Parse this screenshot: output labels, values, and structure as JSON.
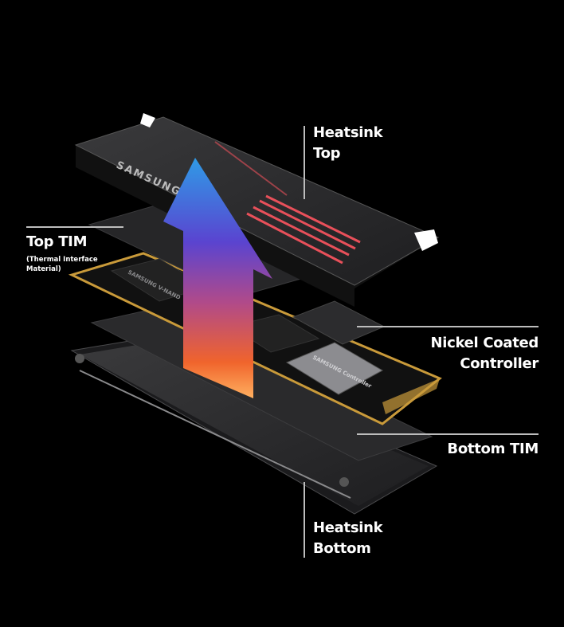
{
  "brand": "SAMSUNG",
  "chip_labels": {
    "controller": "SAMSUNG Controller",
    "nand": "SAMSUNG V-NAND"
  },
  "labels": {
    "heatsink_top": [
      "Heatsink",
      "Top"
    ],
    "top_tim": "Top TIM",
    "top_tim_note": [
      "(Thermal Interface",
      "Material)"
    ],
    "nickel_controller": [
      "Nickel Coated",
      "Controller"
    ],
    "bottom_tim": "Bottom TIM",
    "heatsink_bottom": [
      "Heatsink",
      "Bottom"
    ]
  },
  "colors": {
    "background": "#000000",
    "arrow_top": "#2f8fe0",
    "arrow_mid": "#6a3fc8",
    "arrow_bottom": "#f06a2a",
    "fin_red": "#e8505a",
    "pcb_gold": "#c99a3a"
  }
}
